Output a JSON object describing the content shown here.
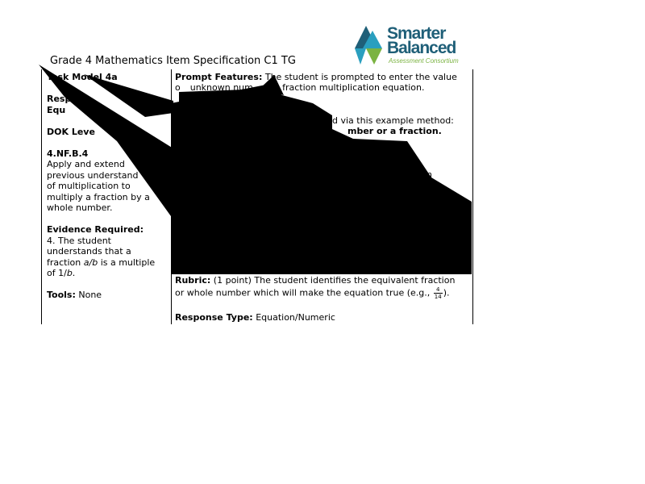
{
  "logo": {
    "line1": "Smarter",
    "line2": "Balanced",
    "subtitle": "Assessment Consortium",
    "colors": {
      "dark": "#1f5f78",
      "teal": "#2a9fbf",
      "green": "#7bb342"
    }
  },
  "document": {
    "title": "Grade 4 Mathematics Item Specification C1 TG"
  },
  "left": {
    "task_model": "Task Model 4a",
    "response_label": "Respons",
    "equ_label": "Equ",
    "dok_label": "DOK Leve",
    "standard_code": "4.NF.B.4",
    "standard_lines": [
      "Apply and extend",
      "previous understand",
      "of multiplication to",
      "multiply a fraction by a",
      "whole number."
    ],
    "evidence_heading": "Evidence Required:",
    "evidence_lines": [
      "4. The student",
      "understands that a",
      "fraction ",
      " is a multiple",
      "of 1/"
    ],
    "evidence_var_ab": "a/b",
    "evidence_var_b": "b",
    "tools_label": "Tools:",
    "tools_value": "None"
  },
  "right": {
    "prompt_label": "Prompt Features:",
    "prompt_text_1": "The student is prompted to enter the value",
    "prompt_text_2a": "o",
    "prompt_text_2b": "unknown num",
    "prompt_text_2c": "a fraction multiplication equation.",
    "fragment_method": "d via this example method:",
    "fragment_number": "mber or a fraction.",
    "fragment_n": "n",
    "rubric_label": "Rubric:",
    "rubric_text_1": "(1 point) The student identifies the equivalent fraction",
    "rubric_text_2": "or whole number which will make the equation true (e.g.,",
    "rubric_frac_num": "4",
    "rubric_frac_den": "14",
    "rubric_end": ").",
    "response_type_label": "Response Type:",
    "response_type_value": "Equation/Numeric"
  }
}
